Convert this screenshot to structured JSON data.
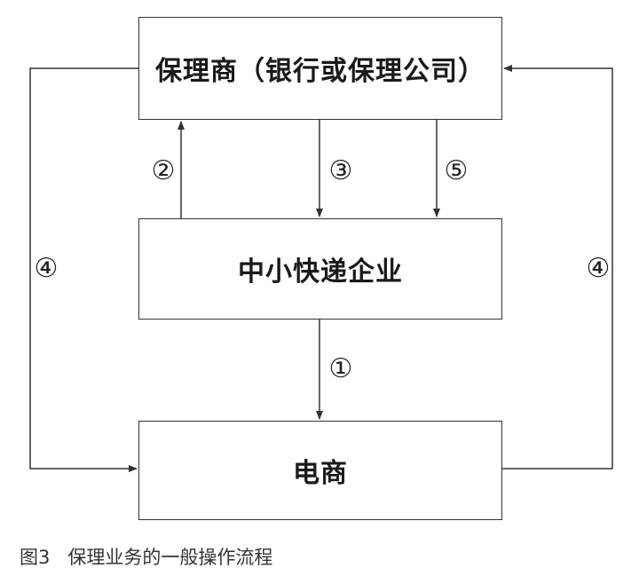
{
  "boxes": {
    "factor": "保理商（银行或保理公司）",
    "sme": "中小快递企业",
    "ecommerce": "电商"
  },
  "steps": {
    "step1": "①",
    "step2": "②",
    "step3": "③",
    "step4": "④",
    "step5": "⑤"
  },
  "caption": "图3   保理业务的一般操作流程",
  "colors": {
    "line": "#333333",
    "text": "#1a1a1a"
  }
}
